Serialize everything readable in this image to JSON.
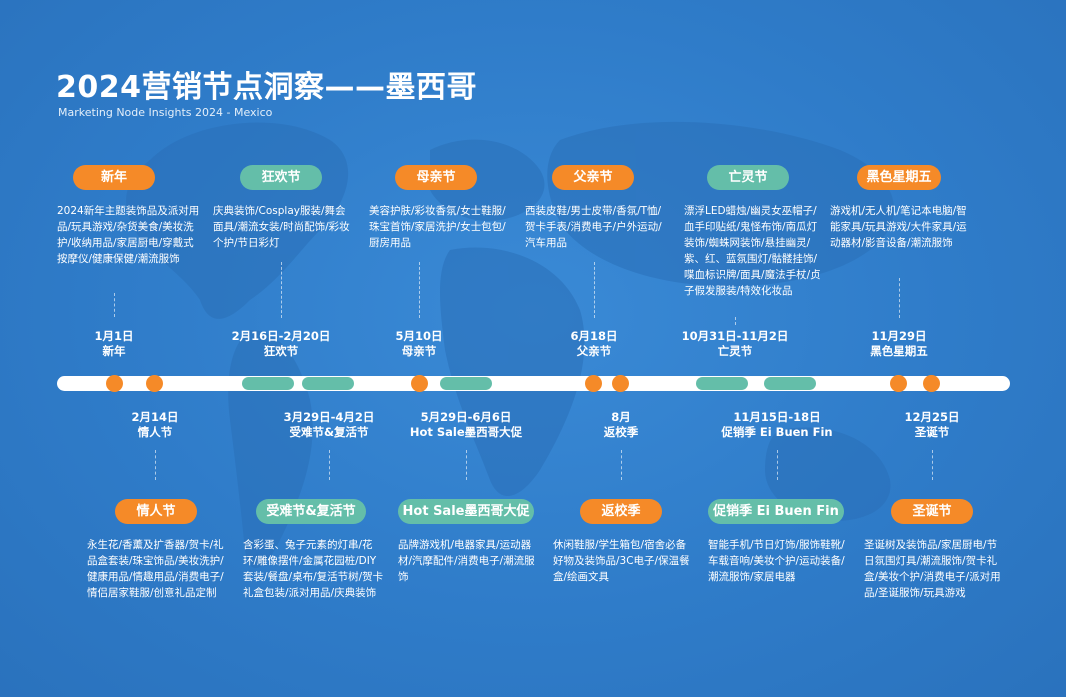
{
  "title": "2024营销节点洞察——墨西哥",
  "subtitle": "Marketing Node Insights 2024 - Mexico",
  "colors": {
    "background": "#2f7cc9",
    "orange": "#f58a28",
    "green": "#64bea9",
    "timeline": "#ffffff"
  },
  "top_events": [
    {
      "name": "新年",
      "date": "1月1日",
      "label": "新年",
      "color": "orange",
      "desc": "2024新年主题装饰品及派对用品/玩具游戏/杂货美食/美妆洗护/收纳用品/家居厨电/穿戴式按摩仪/健康保健/潮流服饰"
    },
    {
      "name": "狂欢节",
      "date": "2月16日-2月20日",
      "label": "狂欢节",
      "color": "green",
      "desc": "庆典装饰/Cosplay服装/舞会面具/潮流女装/时尚配饰/彩妆个护/节日彩灯"
    },
    {
      "name": "母亲节",
      "date": "5月10日",
      "label": "母亲节",
      "color": "orange",
      "desc": "美容护肤/彩妆香氛/女士鞋服/珠宝首饰/家居洗护/女士包包/厨房用品"
    },
    {
      "name": "父亲节",
      "date": "6月18日",
      "label": "父亲节",
      "color": "orange",
      "desc": "西装皮鞋/男士皮带/香氛/T恤/贺卡手表/消费电子/户外运动/汽车用品"
    },
    {
      "name": "亡灵节",
      "date": "10月31日-11月2日",
      "label": "亡灵节",
      "color": "green",
      "desc": "漂浮LED蜡烛/幽灵女巫帽子/血手印贴纸/鬼怪布饰/南瓜灯装饰/蜘蛛网装饰/悬挂幽灵/紫、红、蓝氛围灯/骷髅挂饰/喋血标识牌/面具/魔法手杖/贞子假发服装/特效化妆品"
    },
    {
      "name": "黑色星期五",
      "date": "11月29日",
      "label": "黑色星期五",
      "color": "orange",
      "desc": "游戏机/无人机/笔记本电脑/智能家具/玩具游戏/大件家具/运动器材/影音设备/潮流服饰"
    }
  ],
  "bottom_events": [
    {
      "name": "情人节",
      "date": "2月14日",
      "label": "情人节",
      "color": "orange",
      "desc": "永生花/香薰及扩香器/贺卡/礼品盒套装/珠宝饰品/美妆洗护/健康用品/情趣用品/消费电子/情侣居家鞋服/创意礼品定制"
    },
    {
      "name": "受难节&复活节",
      "date": "3月29日-4月2日",
      "label": "受难节&复活节",
      "color": "green",
      "desc": "含彩蛋、兔子元素的灯串/花环/雕像摆件/金属花园桩/DIY套装/餐盘/桌布/复活节树/贺卡礼盒包装/派对用品/庆典装饰"
    },
    {
      "name": "Hot Sale墨西哥大促",
      "date": "5月29日-6月6日",
      "label": "Hot Sale墨西哥大促",
      "color": "green",
      "desc": "品牌游戏机/电器家具/运动器材/汽摩配件/消费电子/潮流服饰"
    },
    {
      "name": "返校季",
      "date": "8月",
      "label": "返校季",
      "color": "orange",
      "desc": "休闲鞋服/学生箱包/宿舍必备好物及装饰品/3C电子/保温餐盒/绘画文具"
    },
    {
      "name": "促销季 Ei Buen Fin",
      "date": "11月15日-18日",
      "label": "促销季 Ei Buen Fin",
      "color": "green",
      "desc": "智能手机/节日灯饰/服饰鞋靴/车载音响/美妆个护/运动装备/潮流服饰/家居电器"
    },
    {
      "name": "圣诞节",
      "date": "12月25日",
      "label": "圣诞节",
      "color": "orange",
      "desc": "圣诞树及装饰品/家居厨电/节日氛围灯具/潮流服饰/贺卡礼盒/美妆个护/消费电子/派对用品/圣诞服饰/玩具游戏"
    }
  ]
}
